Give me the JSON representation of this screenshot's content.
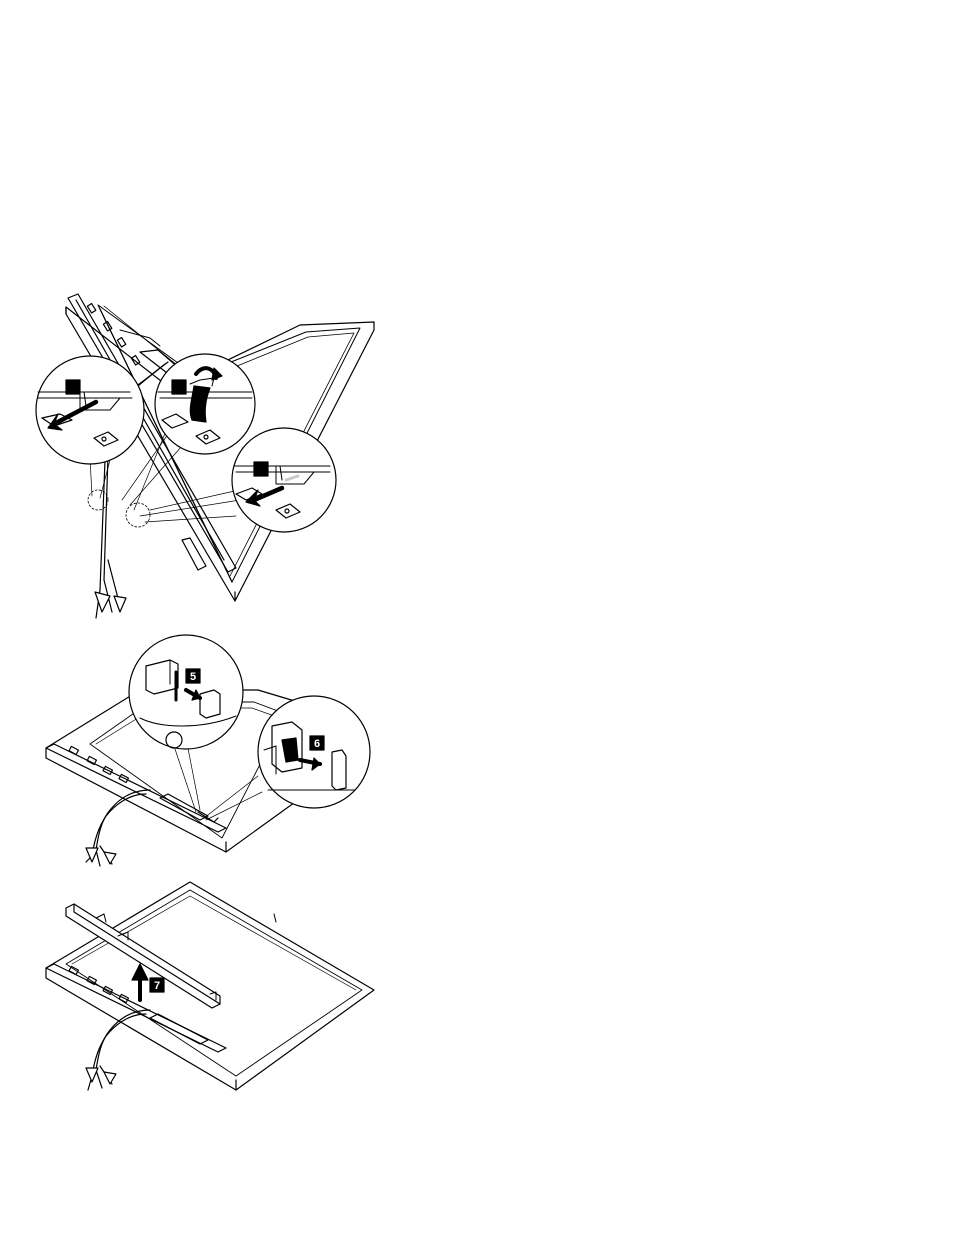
{
  "figure": {
    "steps": [
      {
        "label": ""
      },
      {
        "label": ""
      },
      {
        "label": ""
      },
      {
        "label": "5"
      },
      {
        "label": "6"
      },
      {
        "label": "7"
      }
    ],
    "colors": {
      "ink": "#000000",
      "paper": "#ffffff",
      "shade": "#c8c8c8"
    }
  }
}
